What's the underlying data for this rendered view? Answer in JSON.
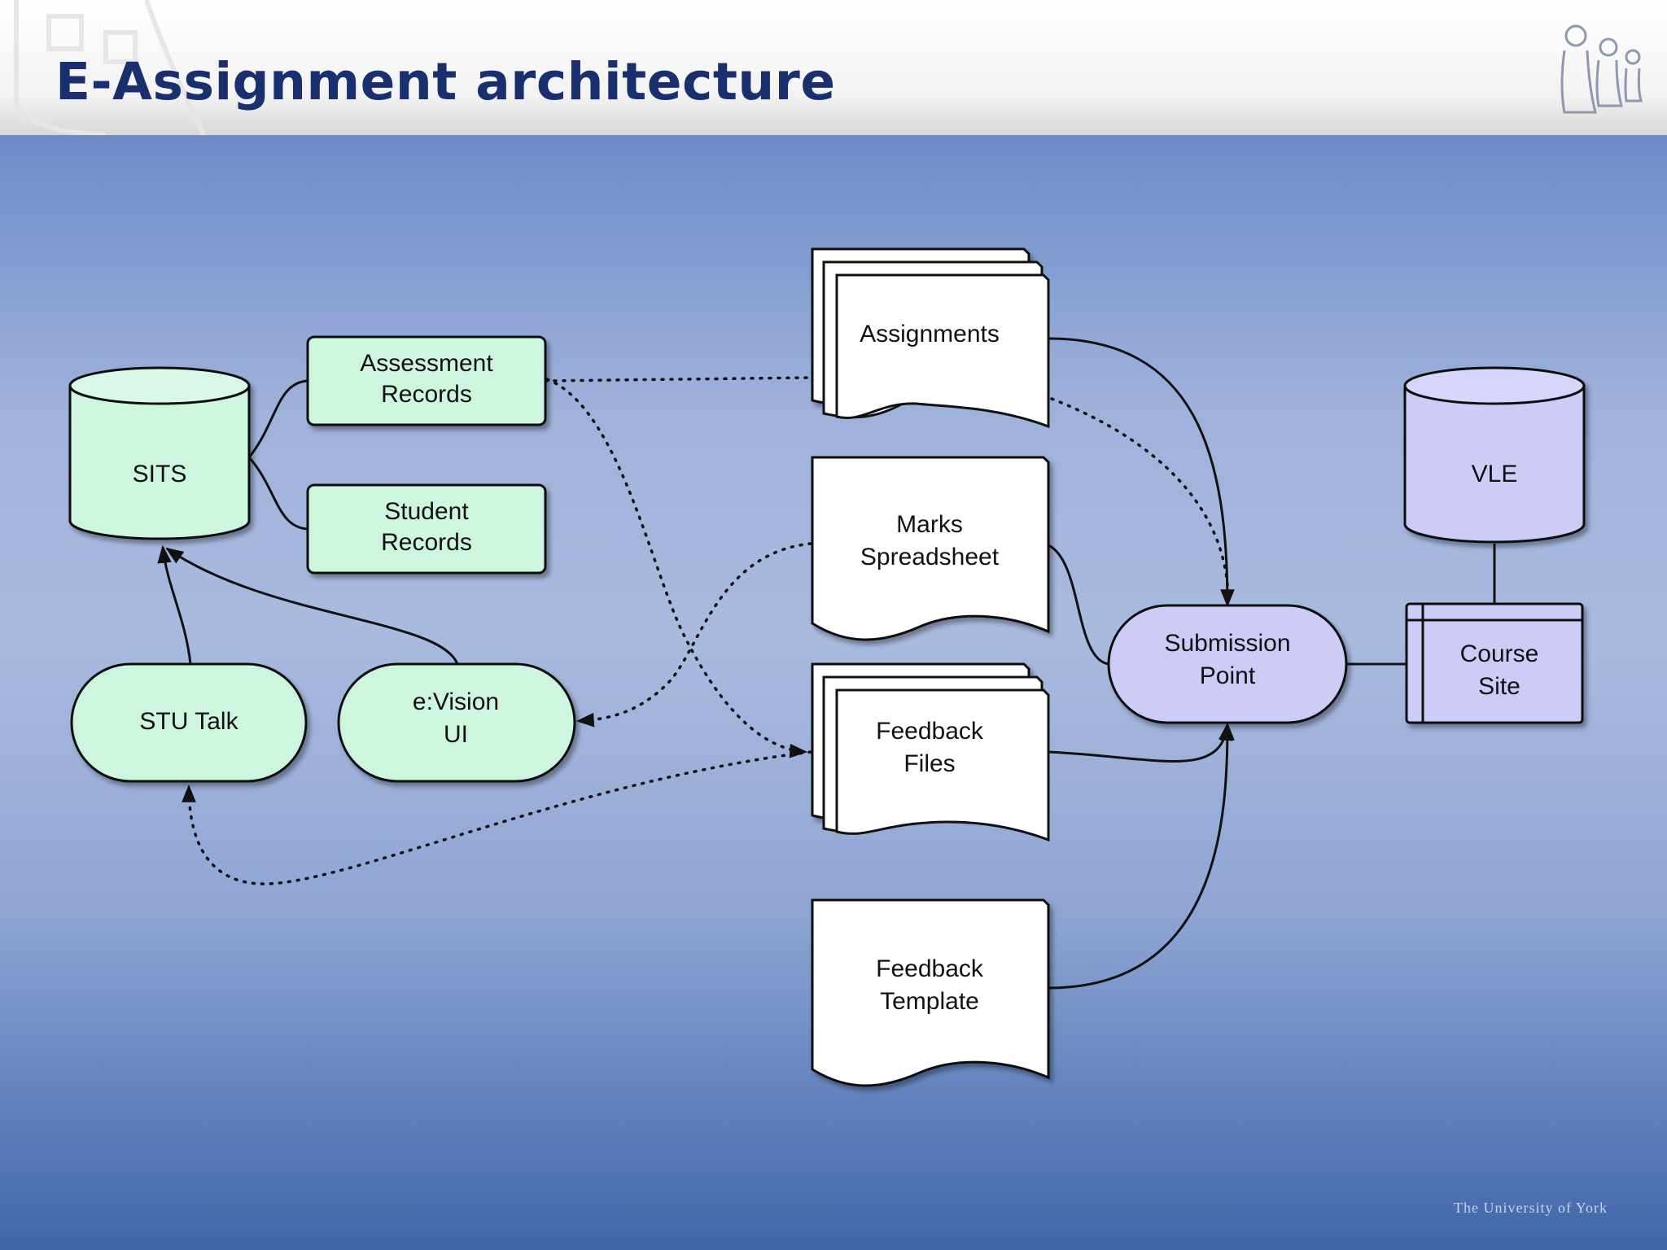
{
  "slide": {
    "title": "E-Assignment architecture",
    "footer_logo": "The University of York"
  },
  "nodes": {
    "sits": "SITS",
    "assessment_records": [
      "Assessment",
      "Records"
    ],
    "student_records": [
      "Student",
      "Records"
    ],
    "stu_talk": "STU Talk",
    "evision_ui": [
      "e:Vision",
      "UI"
    ],
    "assignments": "Assignments",
    "marks_spreadsheet": [
      "Marks",
      "Spreadsheet"
    ],
    "feedback_files": [
      "Feedback",
      "Files"
    ],
    "feedback_template": [
      "Feedback",
      "Template"
    ],
    "submission_point": [
      "Submission",
      "Point"
    ],
    "vle": "VLE",
    "course_site": [
      "Course",
      "Site"
    ]
  },
  "colors": {
    "title": "#1a2f6e",
    "green_node": "#cdf5e0",
    "purple_node": "#ccccf7",
    "document_node": "#ffffff"
  }
}
